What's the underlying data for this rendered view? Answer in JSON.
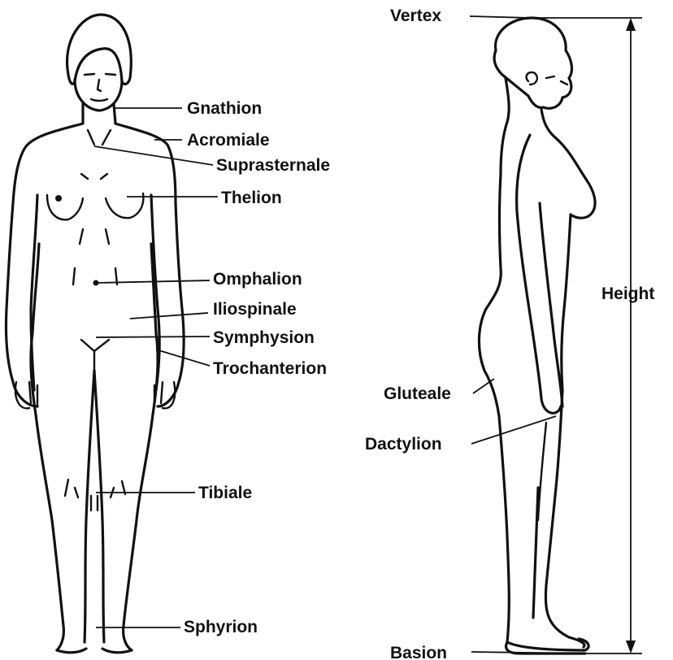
{
  "front_view": {
    "landmarks": [
      "Gnathion",
      "Acromiale",
      "Suprasternale",
      "Thelion",
      "Omphalion",
      "Iliospinale",
      "Symphysion",
      "Trochanterion",
      "Tibiale",
      "Sphyrion"
    ]
  },
  "side_view": {
    "landmarks": [
      "Vertex",
      "Gluteale",
      "Dactylion",
      "Basion"
    ],
    "dimension": "Height"
  },
  "colors": {
    "ink": "#111111",
    "background": "#ffffff"
  }
}
